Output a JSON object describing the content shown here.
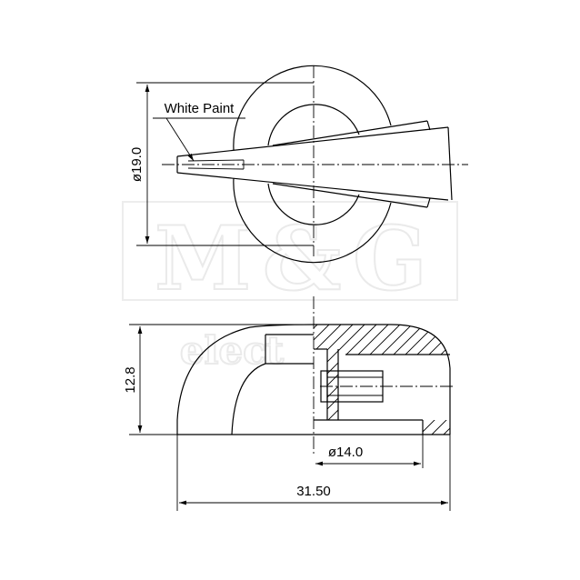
{
  "callout": {
    "white_paint": "White Paint"
  },
  "dimensions": {
    "diameter_top": "ø19.0",
    "height": "12.8",
    "diameter_bore": "ø14.0",
    "overall_length": "31.50"
  },
  "watermark": {
    "brand": "M&G",
    "sub": "elect"
  },
  "colors": {
    "line": "#000000",
    "background": "#ffffff",
    "watermark": "#e8e8e8"
  }
}
